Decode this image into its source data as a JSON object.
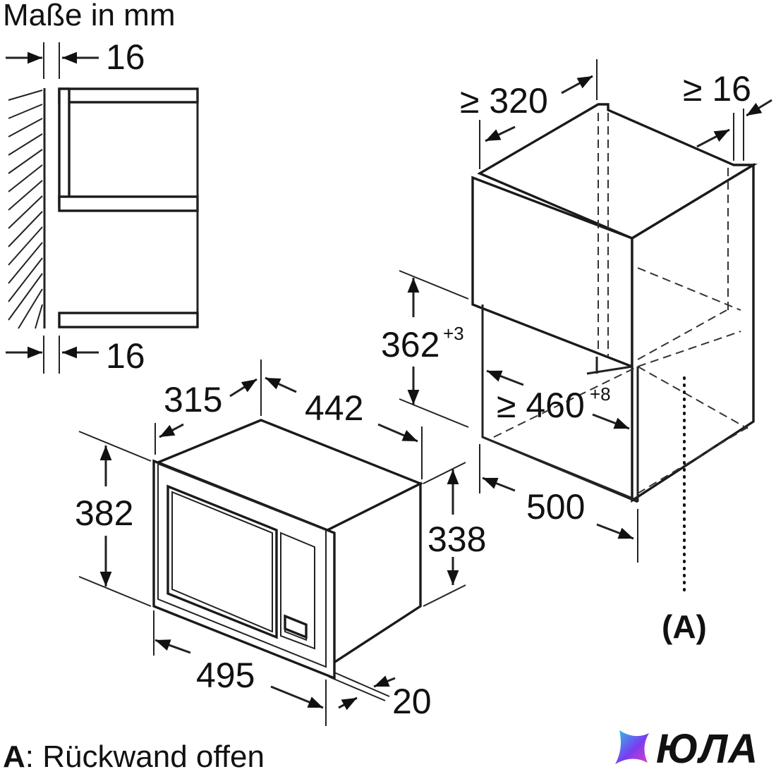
{
  "diagram": {
    "title": "Maße in mm",
    "dimensions": {
      "side_gap_top": "16",
      "side_gap_bottom": "16",
      "depth_315": "315",
      "width_442": "442",
      "height_382": "382",
      "height_338": "338",
      "width_495": "495",
      "frame_20": "20",
      "niche_depth": "≥ 320",
      "niche_side": "≥ 16",
      "niche_height": "362",
      "niche_height_tol": "+3",
      "niche_width": "≥ 460",
      "niche_width_tol": "+8",
      "cabinet_500": "500"
    },
    "callout_label": "(A)",
    "legend": {
      "key": "A",
      "text": ": Rückwand offen"
    },
    "brand": {
      "name": "ЮЛА",
      "colors": [
        "#28c8e8",
        "#7a3cf0",
        "#e040c0"
      ]
    }
  }
}
